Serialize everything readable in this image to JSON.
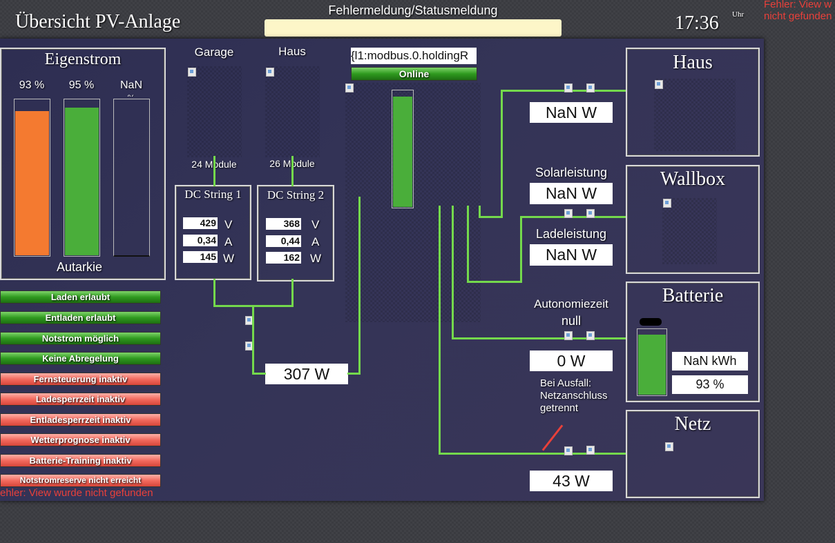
{
  "header": {
    "title": "Übersicht PV-Anlage",
    "status_label": "Fehlermeldung/Statusmeldung",
    "status_value": "",
    "time": "17:36",
    "time_unit": "Uhr",
    "error_top": "Fehler: View w nicht gefunden"
  },
  "eigenstrom": {
    "title": "Eigenstrom",
    "footer": "Autarkie",
    "bars": [
      {
        "label": "93 %",
        "level": 93,
        "color": "#f47a30"
      },
      {
        "label": "95 %",
        "level": 95,
        "color": "#4aae3a"
      },
      {
        "label": "NaN",
        "sublabel": "%",
        "level": 0,
        "color": "#4aae3a"
      }
    ]
  },
  "status_buttons": [
    {
      "label": "Laden erlaubt",
      "state": "ok"
    },
    {
      "label": "Entladen erlaubt",
      "state": "ok"
    },
    {
      "label": "Notstrom möglich",
      "state": "ok"
    },
    {
      "label": "Keine Abregelung",
      "state": "ok"
    },
    {
      "label": "Fernsteuerung inaktiv",
      "state": "warn"
    },
    {
      "label": "Ladesperrzeit inaktiv",
      "state": "warn"
    },
    {
      "label": "Entladesperrzeit inaktiv",
      "state": "warn"
    },
    {
      "label": "Wetterprognose inaktiv",
      "state": "warn"
    },
    {
      "label": "Batterie-Training inaktiv",
      "state": "warn"
    },
    {
      "label": "Notstromreserve nicht erreicht",
      "state": "warn"
    }
  ],
  "error_bottom": "ehler: View wurde nicht gefunden",
  "strings": [
    {
      "location": "Garage",
      "modules": "24 Module",
      "title": "DC String 1",
      "v": "429",
      "a": "0,34",
      "w": "145"
    },
    {
      "location": "Haus",
      "modules": "26 Module",
      "title": "DC String 2",
      "v": "368",
      "a": "0,44",
      "w": "162"
    }
  ],
  "units": {
    "v": "V",
    "a": "A",
    "w": "W"
  },
  "dc_total": "307 W",
  "inverter": {
    "binding": "{l1:modbus.0.holdingR",
    "state": "Online",
    "level": 95
  },
  "flows": {
    "haus_power": "NaN W",
    "solar_label": "Solarleistung",
    "solar_power": "NaN W",
    "lade_label": "Ladeleistung",
    "lade_power": "NaN W",
    "autonomie_label": "Autonomiezeit",
    "autonomie_value": "null",
    "battery_power": "0 W",
    "ausfall_text": "Bei Ausfall: Netzanschluss getrennt",
    "grid_power": "43 W"
  },
  "right_boxes": {
    "haus": "Haus",
    "wallbox": "Wallbox",
    "batterie": "Batterie",
    "batterie_kwh": "NaN kWh",
    "batterie_soc": "93 %",
    "batterie_level": 93,
    "netz": "Netz"
  },
  "colors": {
    "flow_line": "#74d94c",
    "status_bg": "#fdf6c8",
    "error_text": "#e8403a"
  }
}
